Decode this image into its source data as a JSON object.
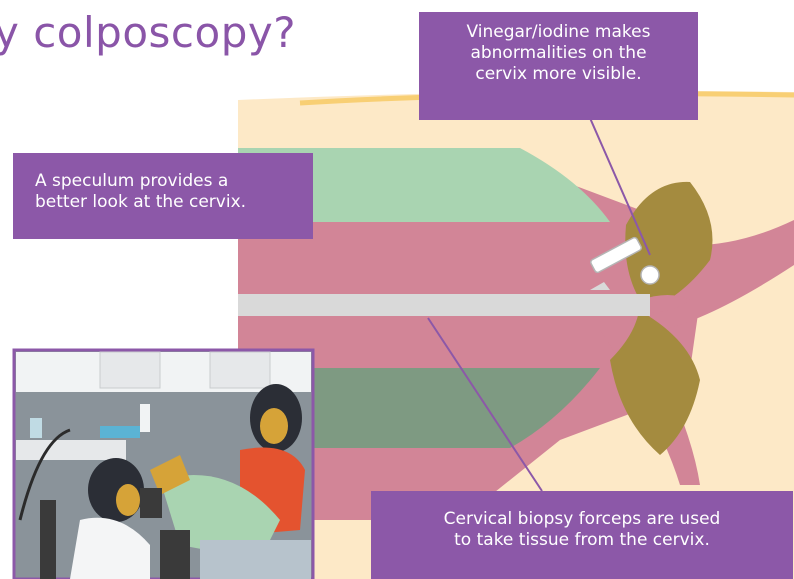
{
  "heading": {
    "title": "y colposcopy?"
  },
  "callouts": {
    "vinegar": {
      "lines": [
        "Vinegar/iodine makes",
        "abnormalities on the",
        "cervix more visible."
      ]
    },
    "speculum": {
      "lines": [
        "A speculum provides a",
        "better look at the cervix."
      ]
    },
    "forceps": {
      "lines": [
        "Cervical biopsy forceps are used",
        "to take tissue from the cervix."
      ]
    }
  },
  "colors": {
    "callout": "#8c58a8",
    "title": "#8a55a8",
    "background_tissue": "#fde9c7",
    "pink_tissue": "#d28597",
    "speculum_upper": "#a9d4b1",
    "speculum_lower": "#7e9a82",
    "cervix": "#a48b3f",
    "forceps": "#d9d9d9"
  }
}
